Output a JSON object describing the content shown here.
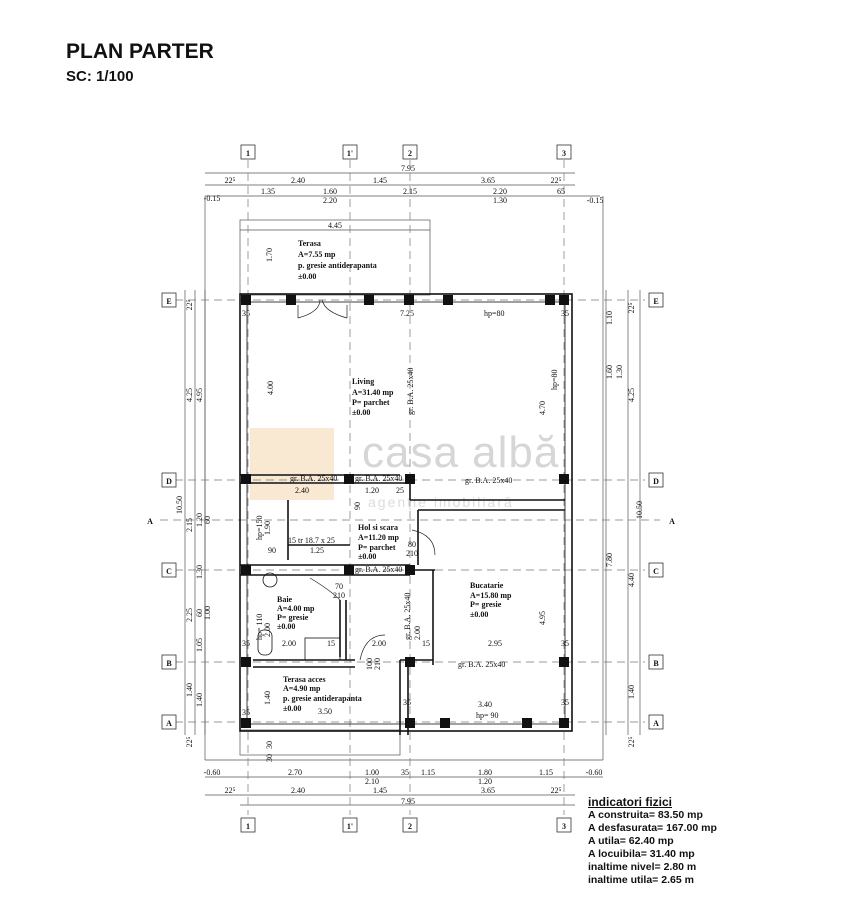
{
  "header": {
    "title": "PLAN PARTER",
    "scale": "SC: 1/100"
  },
  "watermark": {
    "brand": "casa albă",
    "tagline": "agenţie imobiliară",
    "logo_color": "#f7e3c8"
  },
  "axes": {
    "vertical": [
      "1",
      "1'",
      "2",
      "3"
    ],
    "horizontal": [
      "E",
      "D",
      "C",
      "B",
      "A"
    ],
    "section": "A"
  },
  "dims_top": {
    "total": "7.95",
    "row2": [
      "22⁵",
      "2.40",
      "1.45",
      "3.65",
      "22⁵"
    ],
    "row3": [
      "-0.15",
      "1.35",
      "1.60",
      "2.20",
      "2.15",
      "2.20",
      "1.30",
      "65",
      "-0.15"
    ],
    "terrace_width": "4.45",
    "terrace_depth": "1.70"
  },
  "dims_bottom": {
    "row1": [
      "-0.60",
      "2.70",
      "1.00",
      "2.10",
      "35",
      "1.15",
      "1.80",
      "1.20",
      "1.15",
      "-0.60"
    ],
    "row2": [
      "22⁵",
      "2.40",
      "1.45",
      "3.65",
      "22⁵"
    ],
    "total": "7.95",
    "small": [
      "30",
      "30"
    ]
  },
  "dims_left": [
    "22⁵",
    "4.25",
    "4.95",
    "10.50",
    "2.15",
    "1.20",
    "60",
    "1.30",
    "2.25",
    "60",
    "1.00",
    "1.05",
    "1.40",
    "1.40",
    "22⁵"
  ],
  "dims_right": [
    "22⁵",
    "1.10",
    "1.60",
    "1.30",
    "4.25",
    "10.50",
    "7.80",
    "4.40",
    "1.40",
    "22⁵"
  ],
  "rooms": {
    "terasa": [
      "Terasa",
      "A=7.55 mp",
      "p. gresie antiderapanta",
      "±0.00"
    ],
    "living": [
      "Living",
      "A=31.40 mp",
      "P= parchet",
      "±0.00"
    ],
    "hol": [
      "Hol si scara",
      "A=11.20 mp",
      "P= parchet",
      "±0.00"
    ],
    "bucatarie": [
      "Bucatarie",
      "A=15.80 mp",
      "P= gresie",
      "±0.00"
    ],
    "baie": [
      "Baie",
      "A=4.00 mp",
      "P= gresie",
      "±0.00"
    ],
    "terasa_acces": [
      "Terasa acces",
      "A=4.90 mp",
      "p. gresie antiderapanta",
      "±0.00"
    ]
  },
  "interior": {
    "living_w": "7.25",
    "hp80": "hp=80",
    "hp80v": "hp=80",
    "living_h": "4.00",
    "kitchen_rh": "4.70",
    "beam": "gr. B.A. 25x40",
    "stairs": "15 tr 18.7 x 25",
    "stair_w": "1.25",
    "stair_90": "90",
    "stair_hp": "hp=150",
    "stair_h": "1.90",
    "d240": "2.40",
    "d120": "1.20",
    "d25": "25",
    "d90": "90",
    "door1": "80",
    "door1h": "210",
    "door2": "70",
    "door2h": "210",
    "baie_hp": "hp= 110",
    "baie_h": "2.00",
    "d200a": "2.00",
    "d15": "15",
    "d200b": "2.00",
    "d295": "2.95",
    "d495": "4.95",
    "door3": "100",
    "door3h": "210",
    "d340": "3.40",
    "hp90": "hp= 90",
    "d350": "3.50",
    "d140": "1.40",
    "d35": "35",
    "d200c": "2.00"
  },
  "indicators": {
    "title": "indicatori fizici",
    "items": [
      "A construita= 83.50 mp",
      "A desfasurata= 167.00 mp",
      "A utila= 62.40 mp",
      "A locuibila= 31.40 mp",
      "inaltime nivel= 2.80 m",
      "inaltime utila= 2.65 m"
    ]
  }
}
